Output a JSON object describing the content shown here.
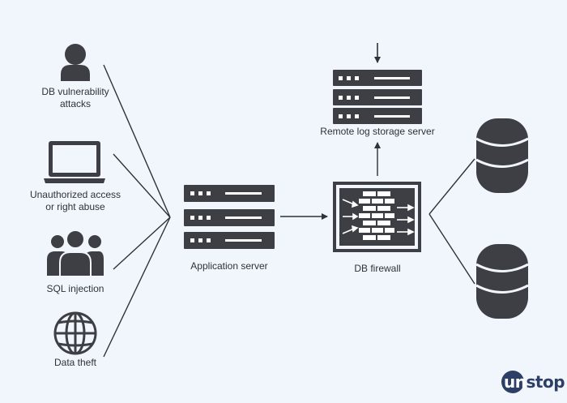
{
  "labels": {
    "db_vulnerability": "DB vulnerability\nattacks",
    "unauthorized": "Unauthorized access\nor right abuse",
    "sql_injection": "SQL injection",
    "data_theft": "Data theft",
    "application_server": "Application server",
    "db_firewall": "DB firewall",
    "remote_log": "Remote log storage server"
  },
  "logo": {
    "text": "unstop"
  },
  "colors": {
    "background": "#f1f6fc",
    "icon": "#3d3f44",
    "line": "#2f3236",
    "logo": "#2c3f66"
  },
  "icons": {
    "user": "user-icon",
    "laptop": "laptop-icon",
    "group": "group-icon",
    "globe": "globe-icon",
    "server": "server-icon",
    "firewall": "firewall-icon",
    "database": "database-icon"
  }
}
